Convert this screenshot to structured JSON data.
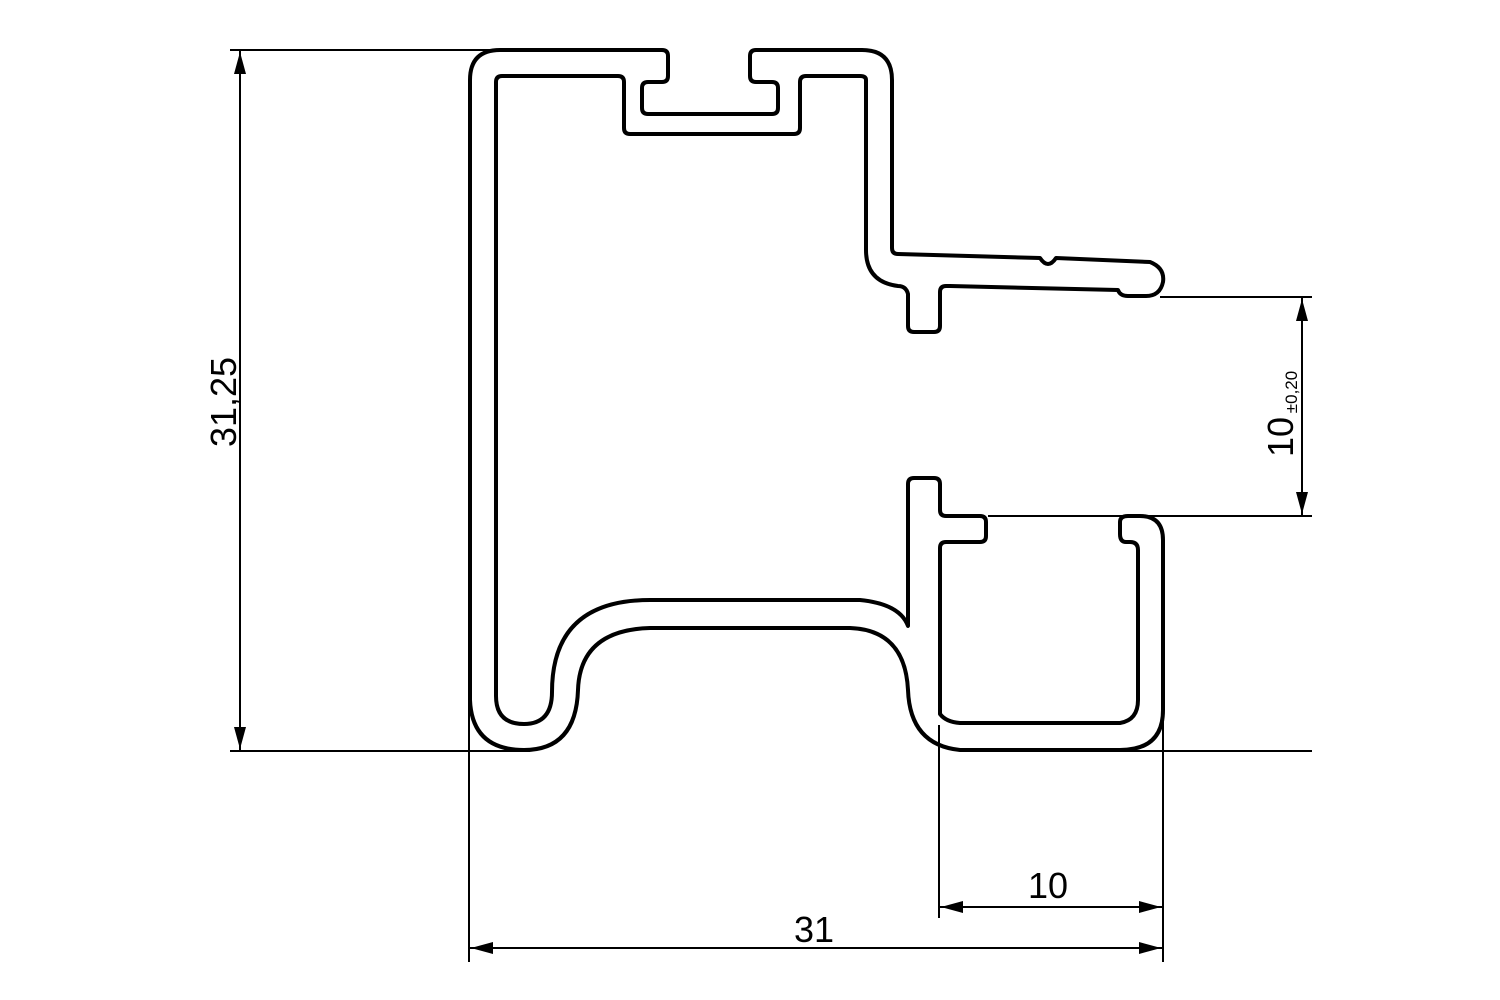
{
  "drawing": {
    "type": "profile cross-section",
    "line_color": "#000000",
    "background": "#ffffff"
  },
  "dimensions": {
    "height": {
      "value": "31,25",
      "orientation": "vertical"
    },
    "width": {
      "value": "31",
      "orientation": "horizontal"
    },
    "channel_width": {
      "value": "10",
      "orientation": "horizontal"
    },
    "opening": {
      "value": "10",
      "tolerance": "±0,20",
      "orientation": "vertical"
    }
  }
}
